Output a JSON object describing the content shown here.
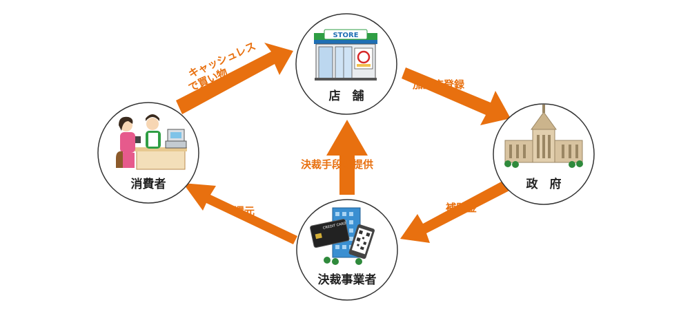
{
  "nodes": {
    "store": {
      "label": "店　舗",
      "sign": "STORE"
    },
    "consumer": {
      "label": "消費者"
    },
    "government": {
      "label": "政　府"
    },
    "payment": {
      "label": "決裁事業者",
      "card_text": "CREDIT CARD"
    }
  },
  "arrows": {
    "consumer_to_store": {
      "label_line1": "キャッシュレス",
      "label_line2": "で買い物"
    },
    "store_to_government": {
      "label": "加盟店登録"
    },
    "government_to_payment": {
      "label": "補助金"
    },
    "payment_to_consumer": {
      "label": "還元"
    },
    "payment_to_store": {
      "label": "決裁手段の提供"
    }
  },
  "colors": {
    "arrow": "#e8700f",
    "arrow_text": "#e8700f",
    "circle_stroke": "#333333"
  }
}
